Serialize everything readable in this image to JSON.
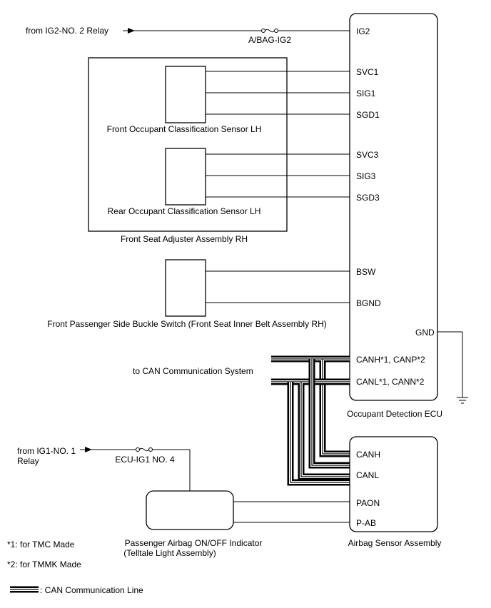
{
  "sources": {
    "ig2": "from IG2-NO. 2 Relay",
    "ig1_line1": "from IG1-NO. 1",
    "ig1_line2": "Relay"
  },
  "fuses": {
    "abag": "A/BAG-IG2",
    "ecu": "ECU-IG1 NO. 4"
  },
  "ecu": {
    "name": "Occupant Detection ECU",
    "pins": {
      "ig2": "IG2",
      "svc1": "SVC1",
      "sig1": "SIG1",
      "sgd1": "SGD1",
      "svc3": "SVC3",
      "sig3": "SIG3",
      "sgd3": "SGD3",
      "bsw": "BSW",
      "bgnd": "BGND",
      "gnd": "GND",
      "canh": "CANH*1, CANP*2",
      "canl": "CANL*1, CANN*2"
    }
  },
  "seat_assembly": "Front Seat Adjuster Assembly RH",
  "sensor_front": "Front Occupant Classification Sensor LH",
  "sensor_rear": "Rear Occupant Classification Sensor LH",
  "buckle": "Front Passenger Side Buckle Switch (Front Seat Inner Belt Assembly RH)",
  "can_system": "to CAN Communication System",
  "airbag": {
    "name": "Airbag Sensor Assembly",
    "pins": {
      "canh": "CANH",
      "canl": "CANL",
      "paon": "PAON",
      "pab": "P-AB"
    }
  },
  "indicator": {
    "line1": "Passenger Airbag ON/OFF Indicator",
    "line2": "(Telltale Light Assembly)"
  },
  "notes": {
    "n1": "*1: for TMC Made",
    "n2": "*2: for TMMK Made",
    "legend": ": CAN Communication Line"
  }
}
